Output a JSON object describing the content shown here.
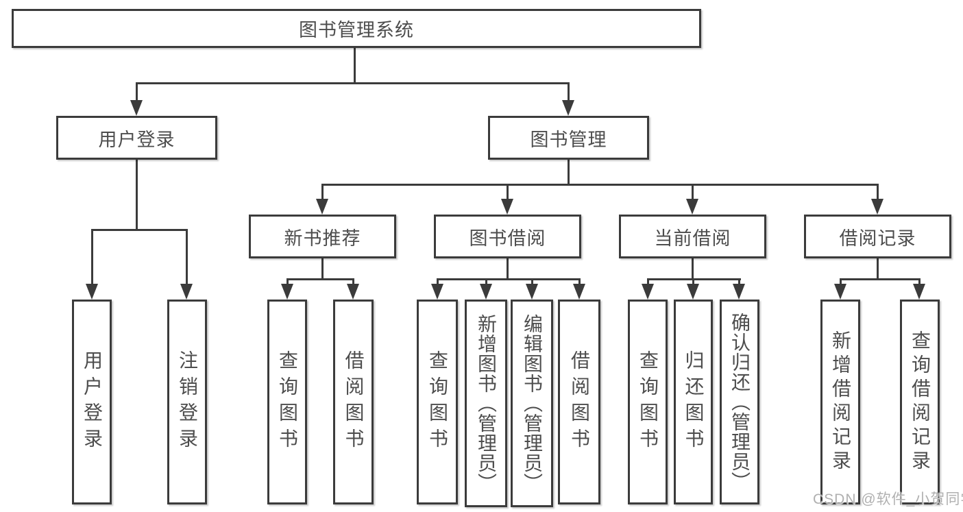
{
  "diagram": {
    "title": "图书管理系统",
    "nodes": {
      "root": "图书管理系统",
      "user_login": "用户登录",
      "book_mgmt": "图书管理",
      "new_book_rec": "新书推荐",
      "book_borrow": "图书借阅",
      "current_borrow": "当前借阅",
      "borrow_record": "借阅记录",
      "ul_login": "用户登录",
      "ul_logout": "注销登录",
      "nb_query": "查询图书",
      "nb_borrow": "借阅图书",
      "bb_query": "查询图书",
      "bb_add": "新增图书（管理员）",
      "bb_edit": "编辑图书（管理员）",
      "bb_borrow": "借阅图书",
      "cb_query": "查询图书",
      "cb_return": "归还图书",
      "cb_confirm": "确认归还（管理员）",
      "br_add": "新增借阅记录",
      "br_query": "查询借阅记录"
    },
    "tree": {
      "图书管理系统": {
        "用户登录": [
          "用户登录",
          "注销登录"
        ],
        "图书管理": {
          "新书推荐": [
            "查询图书",
            "借阅图书"
          ],
          "图书借阅": [
            "查询图书",
            "新增图书（管理员）",
            "编辑图书（管理员）",
            "借阅图书"
          ],
          "当前借阅": [
            "查询图书",
            "归还图书",
            "确认归还（管理员）"
          ],
          "借阅记录": [
            "新增借阅记录",
            "查询借阅记录"
          ]
        }
      }
    }
  },
  "watermark": {
    "text": "CSDN @软件_小贺同学"
  },
  "colors": {
    "line": "#3b3b3b",
    "text": "#4d4d4d",
    "background": "#ffffff",
    "watermark": "#b0b0b0"
  }
}
